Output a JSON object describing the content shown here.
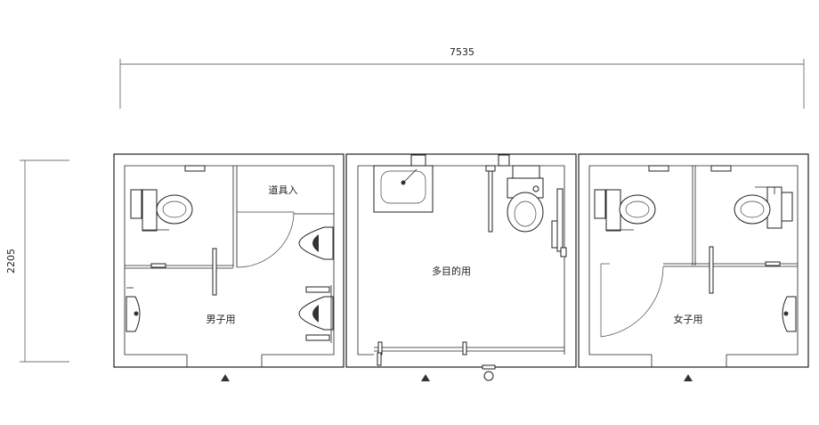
{
  "dimensions": {
    "width_label": "7535",
    "height_label": "2205"
  },
  "rooms": {
    "mens": "男子用",
    "multipurpose": "多目的用",
    "womens": "女子用",
    "storage": "道具入"
  }
}
